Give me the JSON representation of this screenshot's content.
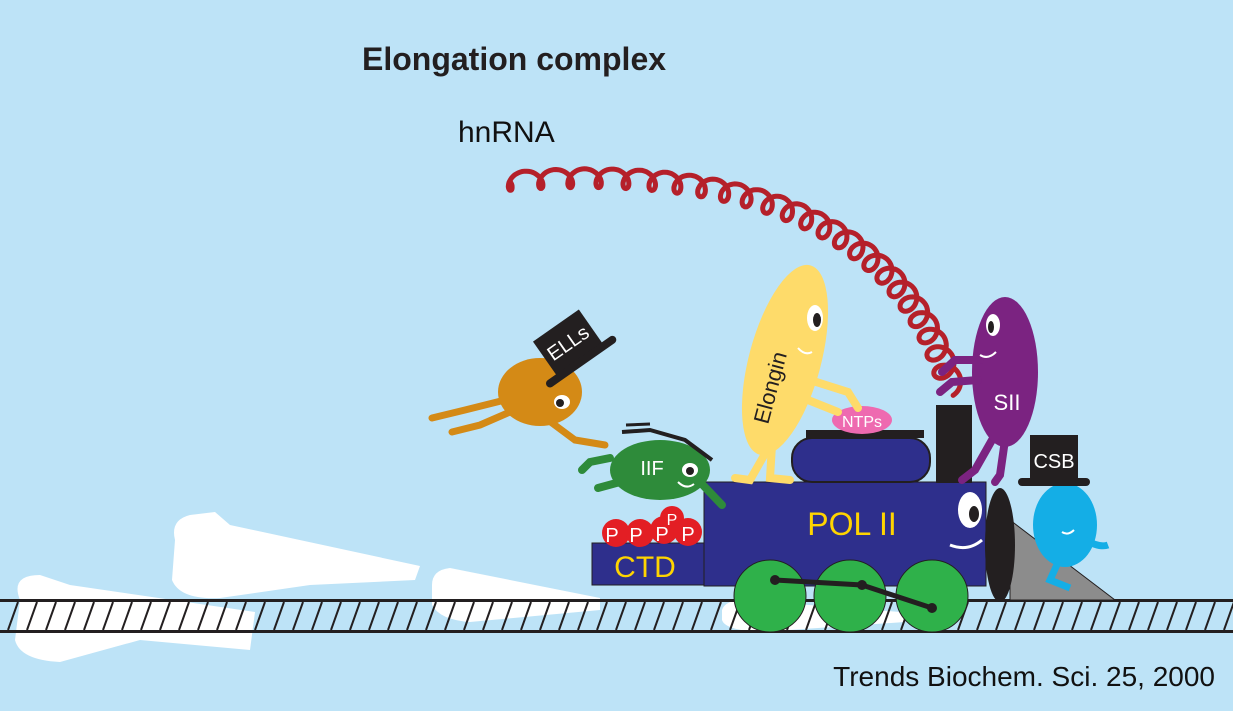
{
  "title": "Elongation complex",
  "rna_label": "hnRNA",
  "labels": {
    "ells": "ELLs",
    "iif": "IIF",
    "elongin": "Elongin",
    "ntps": "NTPs",
    "sii": "SII",
    "csb": "CSB",
    "pol2": "POL II",
    "ctd": "CTD",
    "phosphate": "P"
  },
  "credit": "Trends Biochem. Sci. 25, 2000",
  "colors": {
    "background": "#bde3f7",
    "rna": "#b5202a",
    "pol2": "#2e2f8c",
    "ctd_text": "#ffd400",
    "wheels": "#2fb14a",
    "elongin": "#fedb6a",
    "sii": "#7b2381",
    "iif": "#2e8b3a",
    "ells": "#d48a16",
    "csb": "#14aee6",
    "ntps": "#ee6ab0",
    "phosphate": "#e31e24",
    "smoke": "#ffffff",
    "track": "#231f20"
  }
}
